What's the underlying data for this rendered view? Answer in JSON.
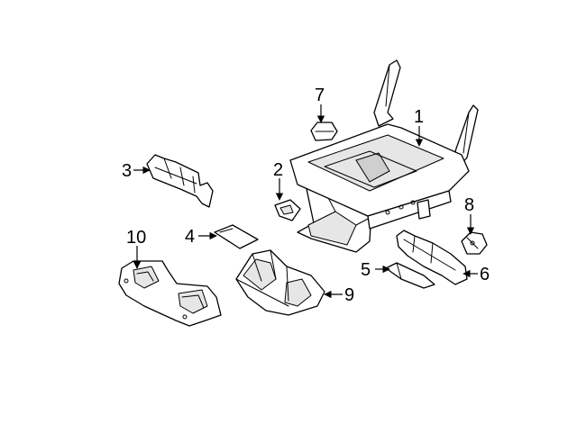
{
  "labels": {
    "p1": "1",
    "p2": "2",
    "p3": "3",
    "p4": "4",
    "p5": "5",
    "p6": "6",
    "p7": "7",
    "p8": "8",
    "p9": "9",
    "p10": "10"
  },
  "colors": {
    "line": "#000000",
    "background": "#ffffff",
    "shade": "#e6e6e6"
  }
}
